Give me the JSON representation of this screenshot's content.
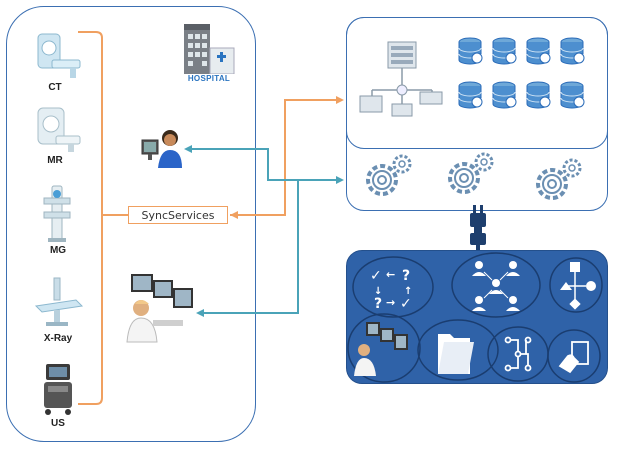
{
  "modalities": [
    {
      "label": "CT",
      "icon": "ct-scanner-icon"
    },
    {
      "label": "MR",
      "icon": "mri-scanner-icon"
    },
    {
      "label": "MG",
      "icon": "mammography-icon"
    },
    {
      "label": "X-Ray",
      "icon": "xray-machine-icon"
    },
    {
      "label": "US",
      "icon": "ultrasound-icon"
    }
  ],
  "hospital": {
    "label": "HOSPITAL",
    "icon": "hospital-building-icon"
  },
  "sync": {
    "label": "SyncServices"
  },
  "colors": {
    "panel_border": "#3b6fb2",
    "orange_line": "#f0a060",
    "teal_line": "#4aa3b8",
    "service_blue": "#2f62a8",
    "icon_blue": "#2a6bb8"
  },
  "cloud": {
    "server_icons": [
      "server-network-icon"
    ],
    "database_count": 8,
    "gear_count": 3,
    "plug_icon": "power-plug-icon"
  },
  "services": [
    {
      "icon": "decision-flow-icon"
    },
    {
      "icon": "people-network-icon"
    },
    {
      "icon": "workflow-shapes-icon"
    },
    {
      "icon": "radiologist-workstation-icon"
    },
    {
      "icon": "folder-icon"
    },
    {
      "icon": "circuit-icon"
    },
    {
      "icon": "document-hand-icon"
    }
  ]
}
